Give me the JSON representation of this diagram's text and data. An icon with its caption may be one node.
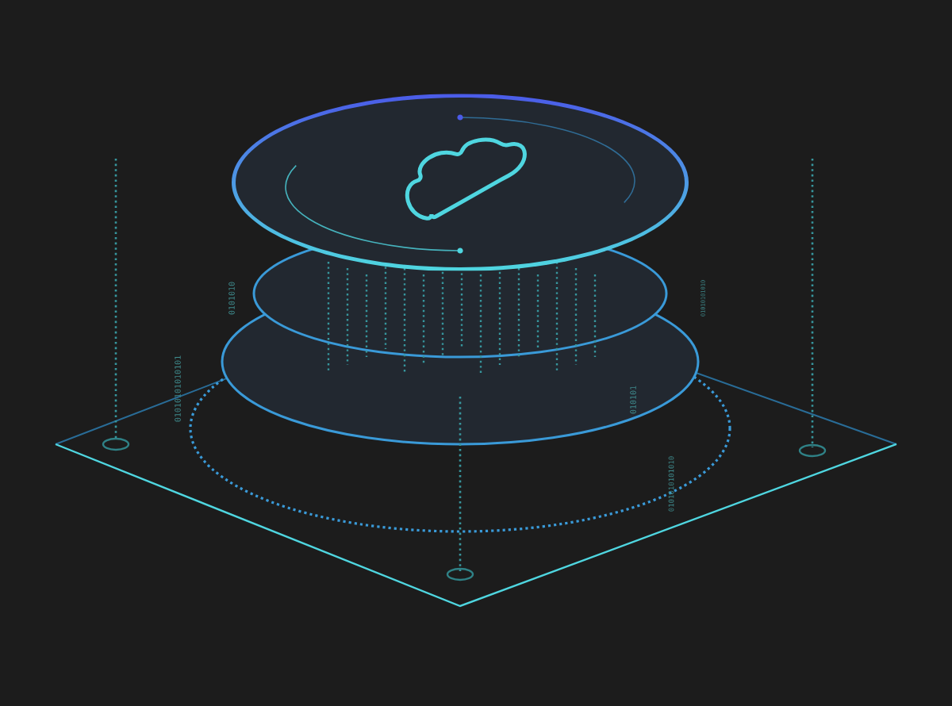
{
  "diagram": {
    "labels": [
      "0101010",
      "01010101010101",
      "01010101010",
      "010101",
      "0101010101010"
    ]
  }
}
